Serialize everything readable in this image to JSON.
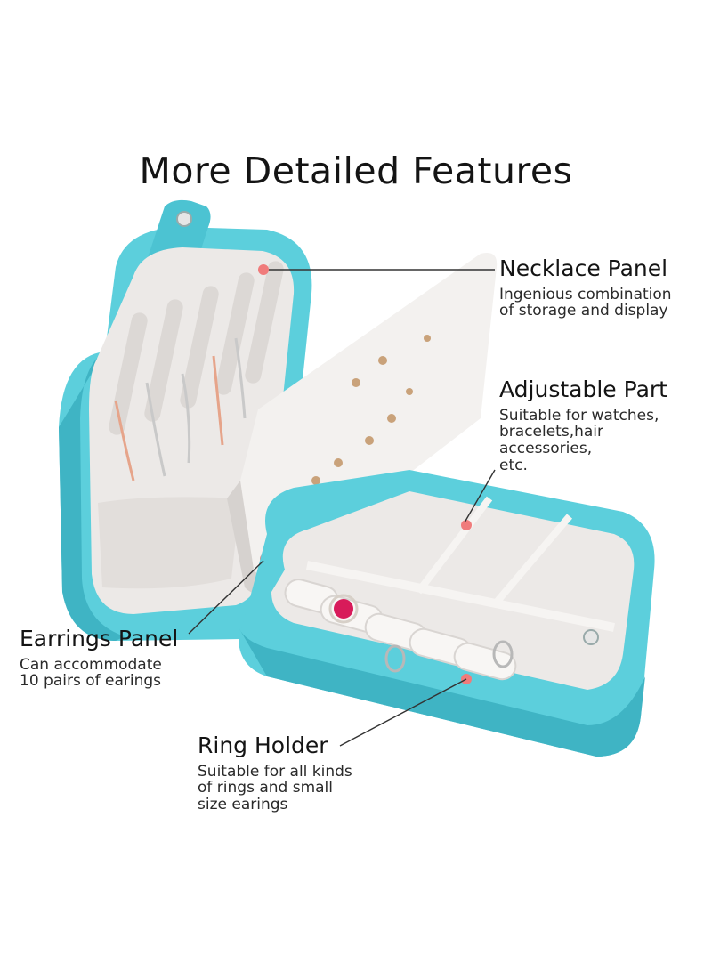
{
  "title": "More Detailed Features",
  "callouts": {
    "necklace": {
      "heading": "Necklace Panel",
      "lines": [
        "Ingenious combination",
        "of storage and display"
      ]
    },
    "adjustable": {
      "heading": "Adjustable Part",
      "lines": [
        "Suitable for watches,",
        "bracelets,hair",
        "accessories,",
        "etc."
      ]
    },
    "earrings": {
      "heading": "Earrings Panel",
      "lines": [
        "Can accommodate",
        "10 pairs of earings"
      ]
    },
    "ring": {
      "heading": "Ring Holder",
      "lines": [
        "Suitable for all kinds",
        "of rings and small",
        "size earings"
      ]
    }
  },
  "colors": {
    "box": "#5ccfdc",
    "box_dark": "#3fb4c4",
    "lining": "#ece9e7",
    "lining_shadow": "#d6d2cf",
    "marker": "#f07b7b"
  }
}
